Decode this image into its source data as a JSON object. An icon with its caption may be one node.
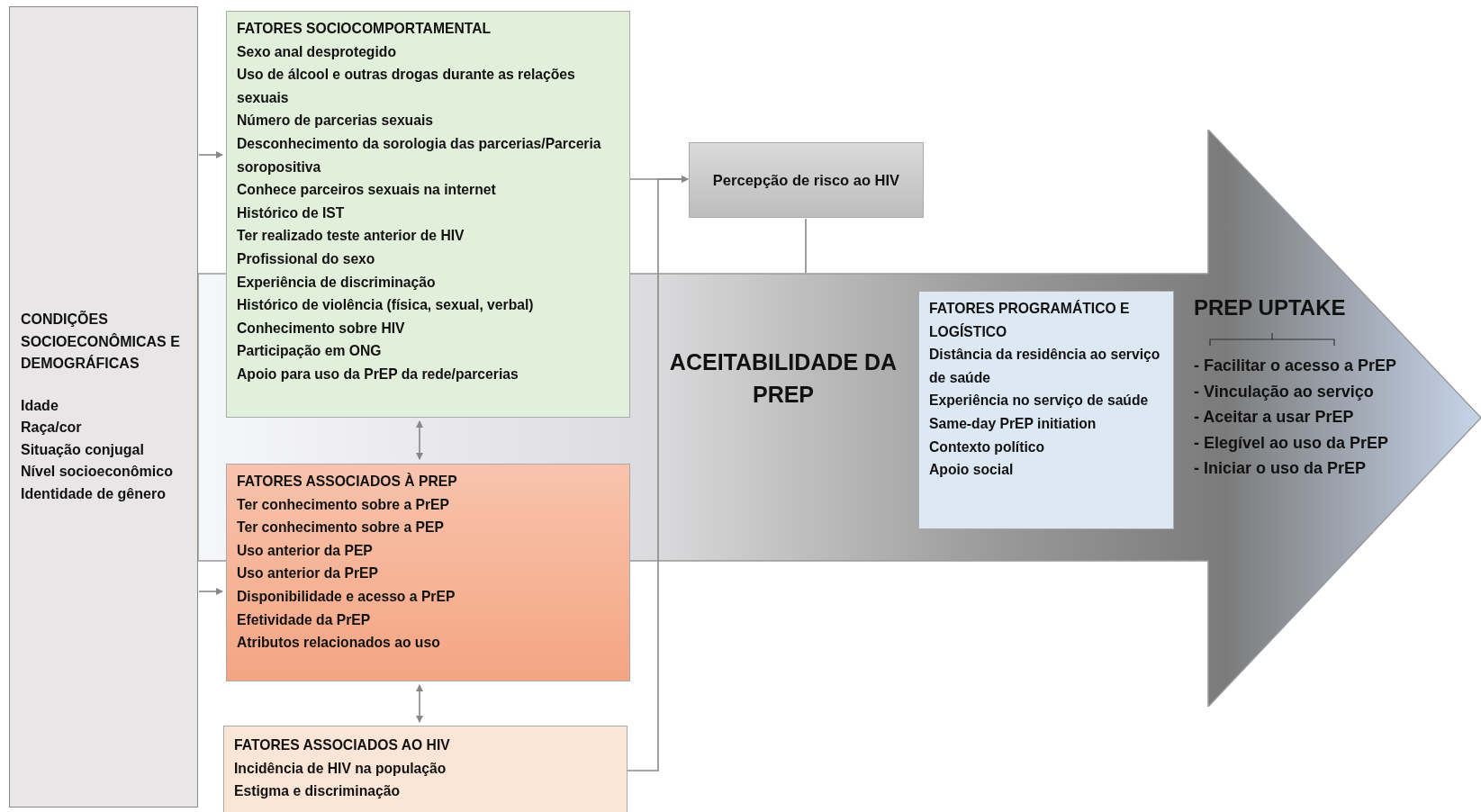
{
  "diagram": {
    "nodes": [
      {
        "text": [
          "CONDIÇÕES SOCIOECONÔMICAS E DEMOGRÁFICAS",
          "Idade",
          "Raça/cor",
          "Situação conjugal",
          "Nível socioeconômico",
          "Identidade de gênero"
        ]
      },
      {
        "text": [
          "ACEITABILIDADE DA PREP",
          "PREP UPTAKE",
          "- Facilitar o acesso a PrEP",
          "- Vinculação ao serviço",
          "- Aceitar a usar PrEP",
          "- Elegível ao uso da PrEP",
          "- Iniciar o uso da PrEP"
        ]
      },
      {
        "text": [
          "FATORES SOCIOCOMPORTAMENTAL",
          "Sexo anal desprotegido",
          "Uso de álcool e outras drogas durante as relações sexuais",
          "Número de parcerias sexuais",
          "Desconhecimento da sorologia das parcerias/Parceria soropositiva",
          "Conhece parceiros sexuais na internet",
          "Histórico de IST",
          "Ter realizado teste anterior de HIV",
          "Profissional do sexo",
          "Experiência de discriminação",
          "Histórico de violência (física, sexual, verbal)",
          "Conhecimento sobre HIV",
          "Participação em ONG",
          "Apoio para uso da PrEP da rede/parcerias"
        ]
      },
      {
        "text": [
          "FATORES ASSOCIADOS À PREP",
          "Ter conhecimento sobre a PrEP",
          "Ter conhecimento sobre a PEP",
          "Uso anterior da PEP",
          "Uso anterior da PrEP",
          "Disponibilidade e acesso a PrEP",
          "Efetividade da PrEP",
          "Atributos relacionados ao uso"
        ]
      },
      {
        "text": [
          "FATORES ASSOCIADOS AO HIV",
          "Incidência de HIV na população",
          "Estigma e discriminação"
        ]
      },
      {
        "text": [
          "Percepção de risco ao HIV"
        ]
      },
      {
        "text": [
          "FATORES PROGRAMÁTICO E LOGÍSTICO",
          "Distância da residência ao serviço de saúde",
          "Experiência no serviço de saúde",
          "Same-day PrEP initiation",
          "Contexto político",
          "Apoio social"
        ],
        "in": 1
      }
    ],
    "edges": [
      {
        "from": 0,
        "to": 2,
        "arrow": "to"
      },
      {
        "from": 0,
        "to": 3,
        "arrow": "to"
      },
      {
        "from": 2,
        "to": 3,
        "arrow": "both"
      },
      {
        "from": 3,
        "to": 4,
        "arrow": "both"
      },
      {
        "from": 2,
        "to": 5,
        "arrow": "to"
      },
      {
        "from": 4,
        "to": 5,
        "arrow": "to"
      },
      {
        "from": 5,
        "to": 1,
        "arrow": "none"
      }
    ]
  }
}
